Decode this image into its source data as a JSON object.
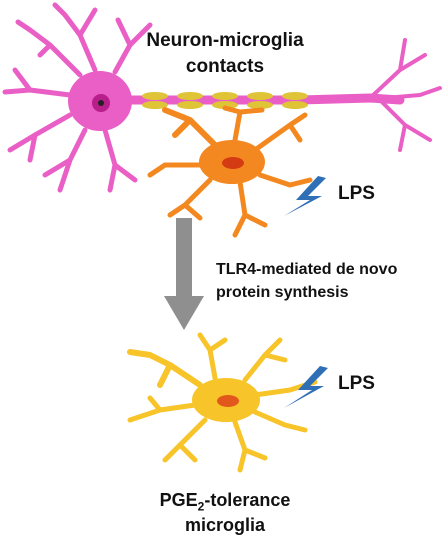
{
  "top_label": {
    "line1": "Neuron-microglia",
    "line2": "contacts"
  },
  "lps_top": "LPS",
  "lps_bottom": "LPS",
  "step_label": {
    "line1": "TLR4-mediated de novo",
    "line2": "protein synthesis"
  },
  "bottom_label": {
    "prefix": "PGE",
    "subscript": "2",
    "suffix": "-tolerance",
    "line2": "microglia"
  },
  "colors": {
    "neuron": "#e95fc6",
    "neuron_nucleus": "#b81f8a",
    "contacts": "#e0c437",
    "activated_microglia": "#f48820",
    "activated_nucleus": "#d53b12",
    "tolerant_microglia": "#f7c42a",
    "tolerant_nucleus": "#e2571c",
    "lightning": "#2f6fb6",
    "arrow": "#8f8f8f"
  }
}
